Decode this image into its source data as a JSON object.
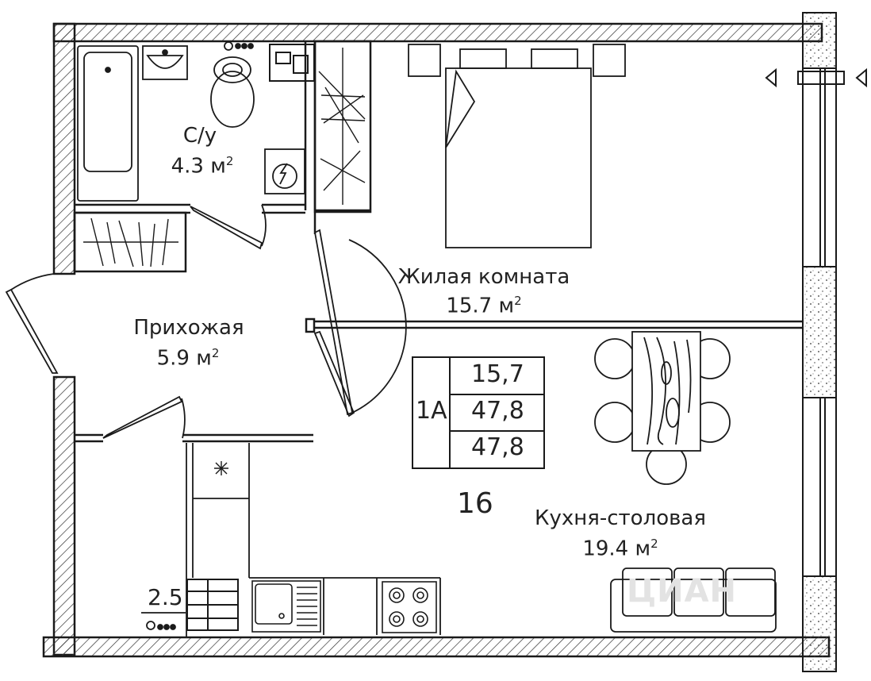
{
  "rooms": {
    "bathroom": {
      "name": "С/у",
      "area": "4.3 м",
      "sup": "2"
    },
    "living": {
      "name": "Жилая комната",
      "area": "15.7 м",
      "sup": "2"
    },
    "hall": {
      "name": "Прихожая",
      "area": "5.9 м",
      "sup": "2"
    },
    "kitchen": {
      "name": "Кухня-столовая",
      "area": "19.4 м",
      "sup": "2"
    }
  },
  "summary": {
    "type": "1А",
    "living_area": "15,7",
    "total_area": "47,8",
    "total_area_2": "47,8"
  },
  "apartment_number": "16",
  "ceiling_label": "2.5",
  "watermark": "ЦИАН",
  "colors": {
    "line": "#1a1a1a",
    "hatch": "#333333",
    "wall_fill": "#ffffff"
  }
}
